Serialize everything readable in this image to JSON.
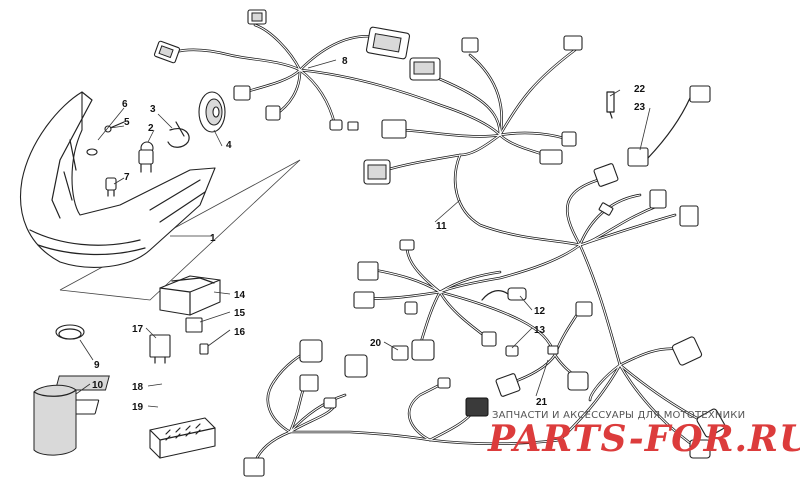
{
  "callouts": {
    "c1": "1",
    "c2": "2",
    "c3": "3",
    "c4": "4",
    "c5": "5",
    "c6": "6",
    "c7": "7",
    "c8": "8",
    "c9": "9",
    "c10": "10",
    "c11": "11",
    "c12": "12",
    "c13": "13",
    "c14": "14",
    "c15": "15",
    "c16": "16",
    "c17": "17",
    "c18": "18",
    "c19": "19",
    "c20": "20",
    "c21": "21",
    "c22": "22",
    "c23": "23"
  },
  "watermark": {
    "tagline": "ЗАПЧАСТИ И АКСЕССУАРЫ ДЛЯ МОТОТЕХНИКИ",
    "logo": "PARTS-FOR.RU",
    "color": "#dc3c3c"
  }
}
